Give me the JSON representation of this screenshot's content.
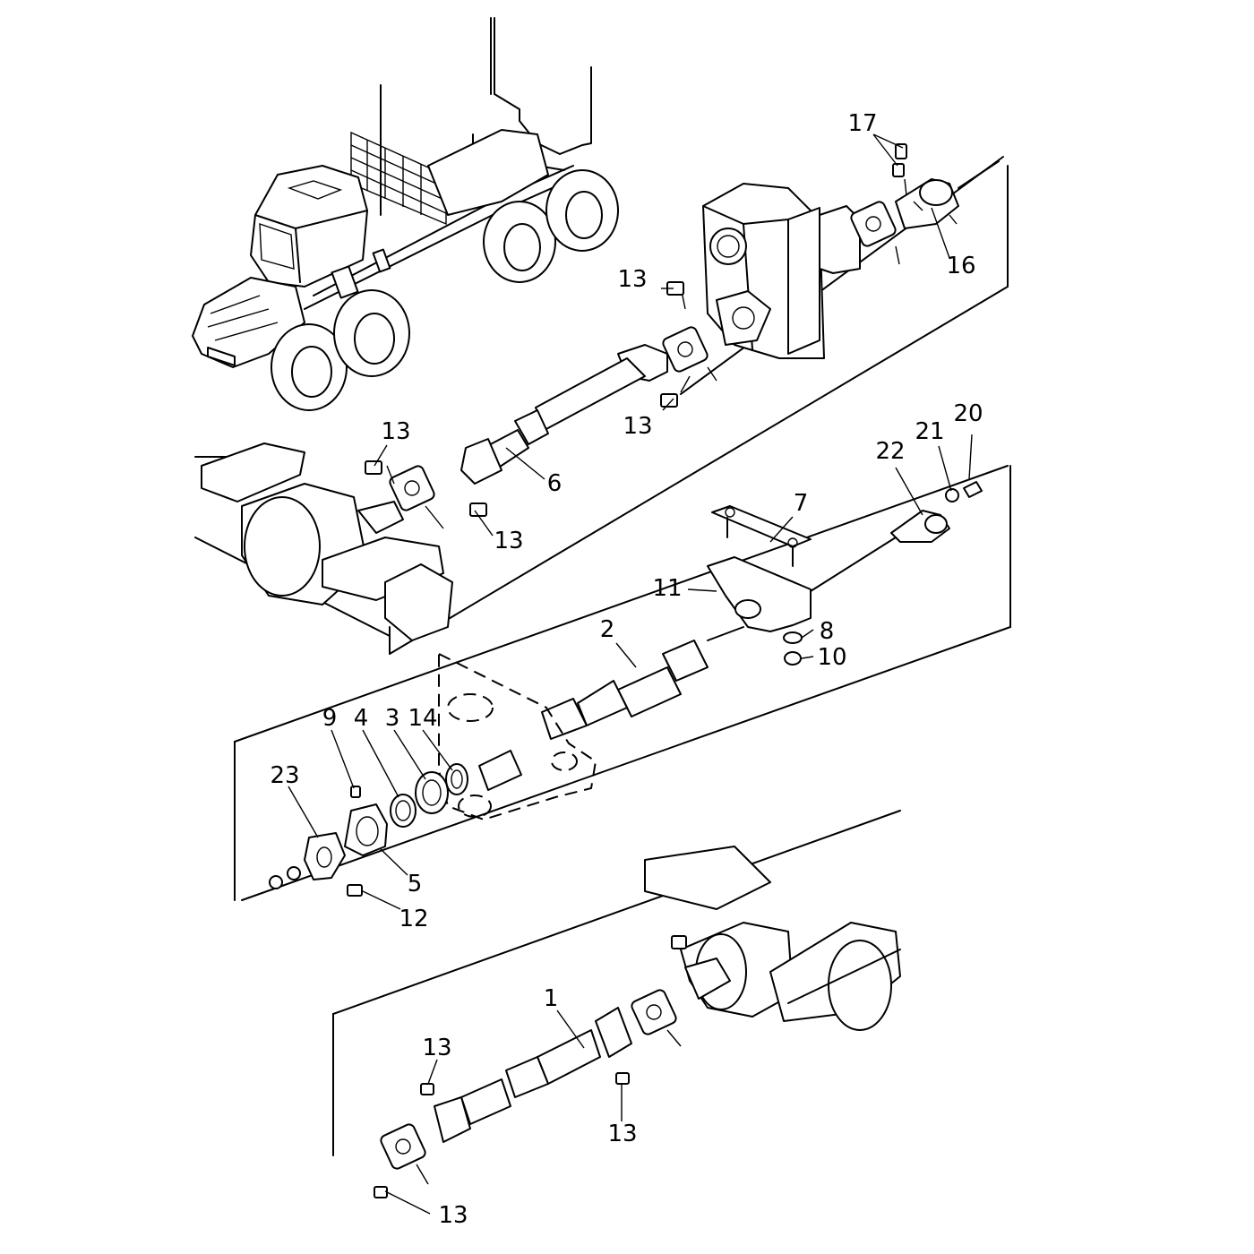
{
  "callouts": [
    {
      "label": "17",
      "name": "callout-17"
    },
    {
      "label": "16",
      "name": "callout-16"
    },
    {
      "label": "13",
      "name": "callout-13-a"
    },
    {
      "label": "13",
      "name": "callout-13-b"
    },
    {
      "label": "13",
      "name": "callout-13-c"
    },
    {
      "label": "6",
      "name": "callout-6"
    },
    {
      "label": "13",
      "name": "callout-13-d"
    },
    {
      "label": "20",
      "name": "callout-20"
    },
    {
      "label": "21",
      "name": "callout-21"
    },
    {
      "label": "22",
      "name": "callout-22"
    },
    {
      "label": "7",
      "name": "callout-7"
    },
    {
      "label": "11",
      "name": "callout-11"
    },
    {
      "label": "2",
      "name": "callout-2"
    },
    {
      "label": "8",
      "name": "callout-8"
    },
    {
      "label": "10",
      "name": "callout-10"
    },
    {
      "label": "9",
      "name": "callout-9"
    },
    {
      "label": "4",
      "name": "callout-4"
    },
    {
      "label": "3",
      "name": "callout-3"
    },
    {
      "label": "14",
      "name": "callout-14"
    },
    {
      "label": "23",
      "name": "callout-23"
    },
    {
      "label": "5",
      "name": "callout-5"
    },
    {
      "label": "12",
      "name": "callout-12"
    },
    {
      "label": "1",
      "name": "callout-1"
    },
    {
      "label": "13",
      "name": "callout-13-e"
    },
    {
      "label": "13",
      "name": "callout-13-f"
    },
    {
      "label": "13",
      "name": "callout-13-g"
    }
  ]
}
